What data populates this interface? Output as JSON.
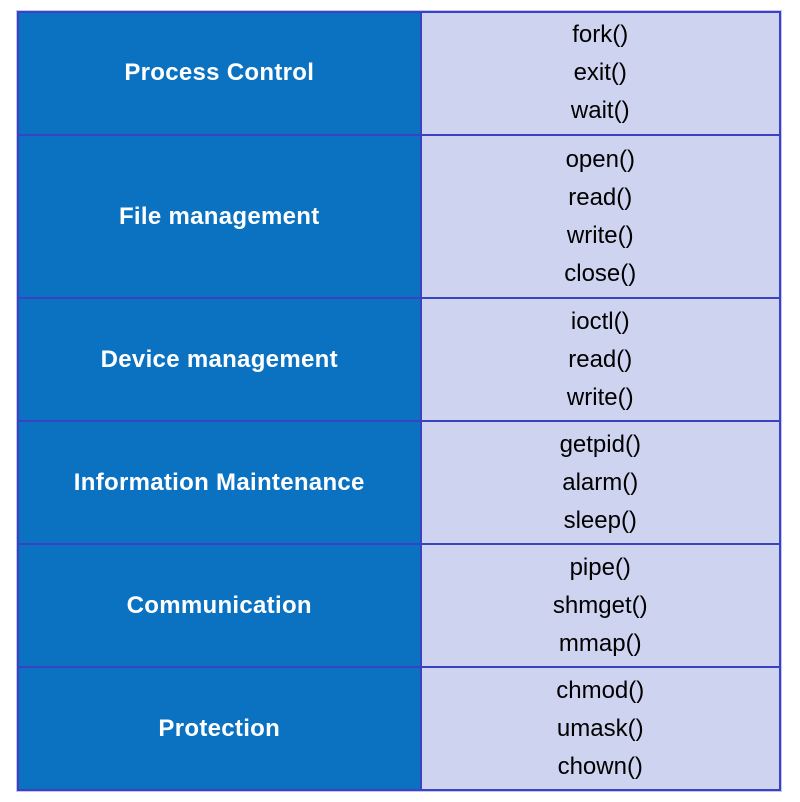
{
  "page": {
    "background": "#ffffff"
  },
  "table": {
    "colors": {
      "category_bg": "#0b72c2",
      "category_text": "#ffffff",
      "calls_bg": "#ced3f0",
      "calls_text": "#000000",
      "border": "#3a41c3"
    },
    "rows": [
      {
        "category": "Process Control",
        "calls": [
          "fork()",
          "exit()",
          "wait()"
        ]
      },
      {
        "category": "File management",
        "calls": [
          "open()",
          "read()",
          "write()",
          "close()"
        ]
      },
      {
        "category": "Device management",
        "calls": [
          "ioctl()",
          "read()",
          "write()"
        ]
      },
      {
        "category": "Information Maintenance",
        "calls": [
          "getpid()",
          "alarm()",
          "sleep()"
        ]
      },
      {
        "category": "Communication",
        "calls": [
          "pipe()",
          "shmget()",
          "mmap()"
        ]
      },
      {
        "category": "Protection",
        "calls": [
          "chmod()",
          "umask()",
          "chown()"
        ]
      }
    ]
  }
}
